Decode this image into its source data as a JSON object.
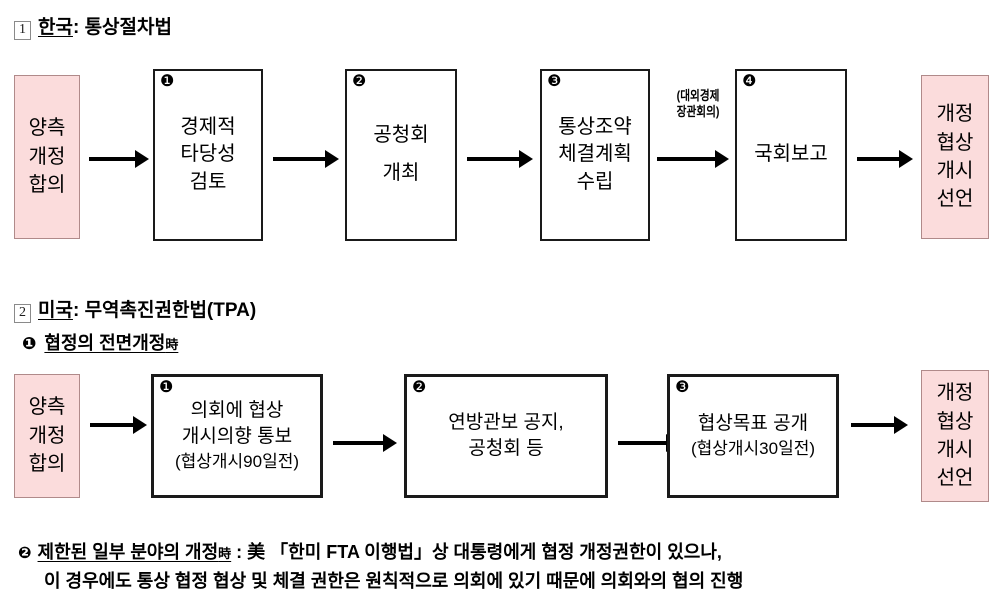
{
  "document": {
    "title": "한국/미국 개정협상 개시 절차 흐름도"
  },
  "colors": {
    "pink_fill": "#fbdcdc",
    "pink_border": "#b08a8a",
    "box_border": "#1a1a1a",
    "text": "#000000"
  },
  "section1": {
    "marker": "1",
    "title_underlined": "한국",
    "title_rest": " : 통상절차법",
    "start_box": {
      "lines": [
        "양측",
        "개정",
        "합의"
      ]
    },
    "steps": [
      {
        "badge": "❶",
        "lines": [
          "경제적",
          "타당성",
          "검토"
        ]
      },
      {
        "badge": "❷",
        "lines": [
          "공청회",
          "",
          "개최"
        ]
      },
      {
        "badge": "❸",
        "lines": [
          "통상조약",
          "체결계획",
          "수립"
        ]
      },
      {
        "badge": "❹",
        "lines": [
          "국회보고"
        ]
      }
    ],
    "annotation": {
      "line1": "(대외경제",
      "line2": "장관회의)"
    },
    "end_box": {
      "lines": [
        "개정",
        "협상",
        "개시",
        "선언"
      ]
    }
  },
  "section2": {
    "marker": "2",
    "title_underlined": "미국",
    "title_rest": " : 무역촉진권한법(TPA)",
    "subsection1": {
      "bullet": "❶",
      "label": "협정의  전면개정",
      "hanja": "時"
    },
    "start_box": {
      "lines": [
        "양측",
        "개정",
        "합의"
      ]
    },
    "steps": [
      {
        "badge": "❶",
        "lines": [
          "의회에  협상",
          "개시의향  통보",
          "(협상개시90일전)"
        ]
      },
      {
        "badge": "❷",
        "lines": [
          "연방관보  공지,",
          "공청회  등"
        ]
      },
      {
        "badge": "❸",
        "lines": [
          "협상목표  공개",
          "(협상개시30일전)"
        ]
      }
    ],
    "end_box": {
      "lines": [
        "개정",
        "협상",
        "개시",
        "선언"
      ]
    },
    "subsection2": {
      "bullet": "❷",
      "underlined": "제한된  일부  분야의  개정",
      "hanja": "時",
      "rest_line1": " :  美  「한미  FTA  이행법」상  대통령에게  협정  개정권한이  있으나,",
      "line2": "이 경우에도  통상  협정  협상  및  체결  권한은  원칙적으로  의회에  있기  때문에  의회와의  협의  진행"
    }
  }
}
